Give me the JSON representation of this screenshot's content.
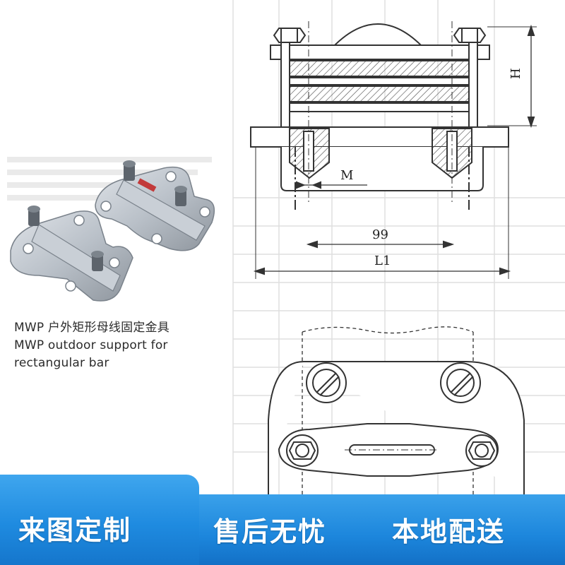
{
  "caption": {
    "line1": "MWP 户外矩形母线固定金具",
    "line2": "MWP outdoor support for",
    "line3": "rectangular bar"
  },
  "drawing_labels": {
    "height": "H",
    "bolt_m": "M",
    "spacing": "99",
    "length": "L1"
  },
  "banner": {
    "custom": "来图定制",
    "after_sales": "售后无忧",
    "local_delivery": "本地配送"
  },
  "colors": {
    "banner_blue": "#1f8be0",
    "metal": "#b8bec6",
    "line": "#333333",
    "hatch": "#555555"
  }
}
